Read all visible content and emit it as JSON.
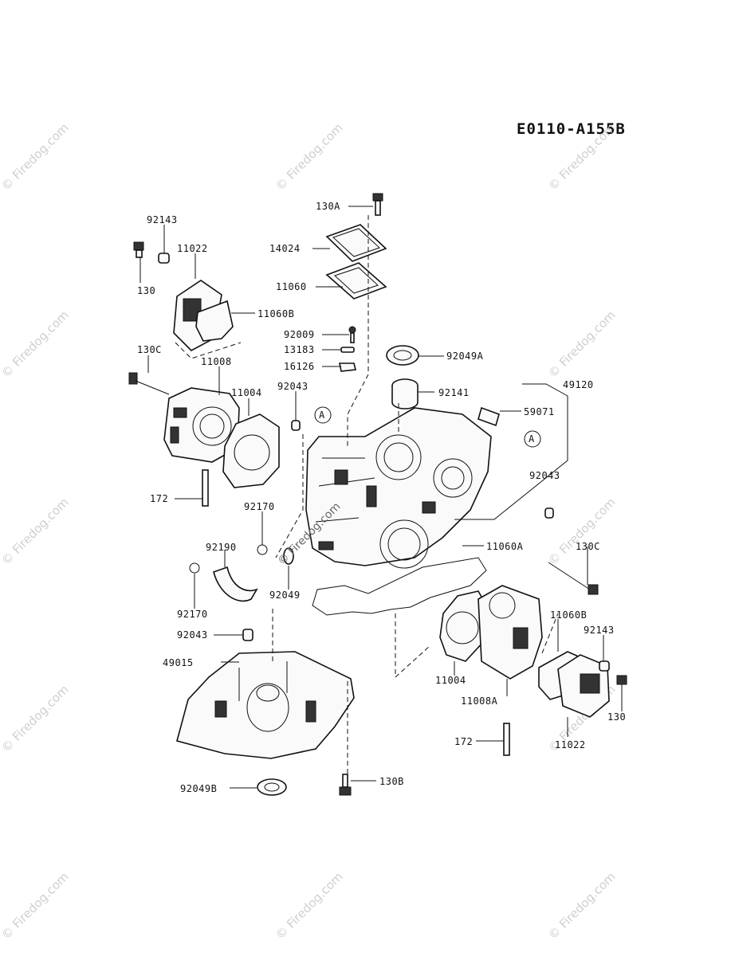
{
  "diagram": {
    "code": "E0110-A155B",
    "watermark": "© Firedog.com",
    "center_mark": "© Firedog.com",
    "labels": {
      "l_130A": "130A",
      "l_14024": "14024",
      "l_11060": "11060",
      "l_92009": "92009",
      "l_13183": "13183",
      "l_16126": "16126",
      "l_92049A": "92049A",
      "l_92141": "92141",
      "l_49120": "49120",
      "l_59071": "59071",
      "l_92143_left": "92143",
      "l_11022_left": "11022",
      "l_130_left": "130",
      "l_11060B_left": "11060B",
      "l_130C_left": "130C",
      "l_11008": "11008",
      "l_11004_left": "11004",
      "l_92043_top": "92043",
      "l_A_left": "A",
      "l_A_right": "A",
      "l_92043_right": "92043",
      "l_172_left": "172",
      "l_92170_upper": "92170",
      "l_92190": "92190",
      "l_11060A": "11060A",
      "l_130C_right": "130C",
      "l_92049": "92049",
      "l_92170_lower": "92170",
      "l_92043_lower": "92043",
      "l_49015": "49015",
      "l_11060B_right": "11060B",
      "l_92143_right": "92143",
      "l_11004_right": "11004",
      "l_11008A": "11008A",
      "l_130_right": "130",
      "l_172_right": "172",
      "l_11022_right": "11022",
      "l_92049B": "92049B",
      "l_130B": "130B"
    }
  }
}
